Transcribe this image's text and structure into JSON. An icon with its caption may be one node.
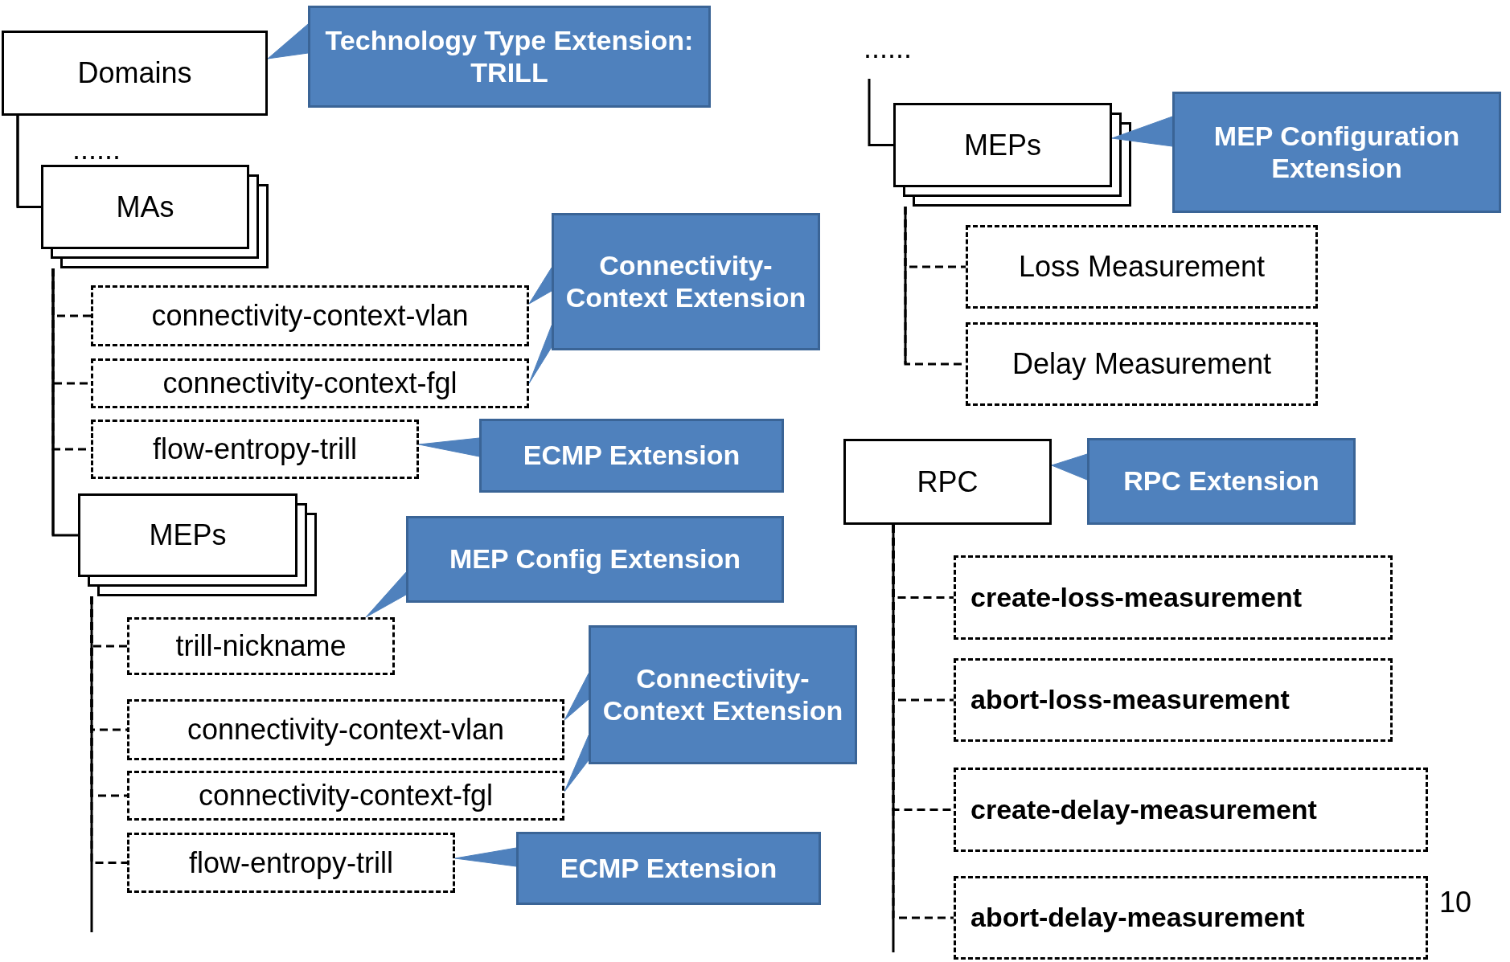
{
  "diagram": {
    "nodes": [
      {
        "text": [
          "Domains"
        ]
      },
      {
        "text": [
          "Technology Type Extension: TRILL"
        ]
      },
      {
        "text": [
          "MAs"
        ]
      },
      {
        "text": [
          "connectivity-context-vlan"
        ]
      },
      {
        "text": [
          "connectivity-context-fgl"
        ]
      },
      {
        "text": [
          "flow-entropy-trill"
        ]
      },
      {
        "text": [
          "MEPs"
        ]
      },
      {
        "text": [
          "trill-nickname"
        ]
      },
      {
        "text": [
          "connectivity-context-vlan"
        ]
      },
      {
        "text": [
          "connectivity-context-fgl"
        ]
      },
      {
        "text": [
          "flow-entropy-trill"
        ]
      },
      {
        "text": [
          "Connectivity-Context Extension"
        ]
      },
      {
        "text": [
          "ECMP Extension"
        ]
      },
      {
        "text": [
          "MEP Config Extension"
        ]
      },
      {
        "text": [
          "Connectivity-Context Extension"
        ]
      },
      {
        "text": [
          "ECMP Extension"
        ]
      },
      {
        "text": [
          "MEPs"
        ]
      },
      {
        "text": [
          "MEP Configuration Extension"
        ]
      },
      {
        "text": [
          "Loss Measurement"
        ]
      },
      {
        "text": [
          "Delay Measurement"
        ]
      },
      {
        "text": [
          "RPC"
        ]
      },
      {
        "text": [
          "RPC Extension"
        ]
      },
      {
        "text": [
          "create-loss-measurement"
        ]
      },
      {
        "text": [
          "abort-loss-measurement"
        ]
      },
      {
        "text": [
          "create-delay-measurement"
        ]
      },
      {
        "text": [
          "abort-delay-measurement"
        ]
      }
    ],
    "edges": [
      {
        "from": 0,
        "to": 2,
        "arrow": "none"
      },
      {
        "from": 2,
        "to": 3,
        "arrow": "none",
        "style": "dashed"
      },
      {
        "from": 2,
        "to": 4,
        "arrow": "none",
        "style": "dashed"
      },
      {
        "from": 2,
        "to": 5,
        "arrow": "none",
        "style": "dashed"
      },
      {
        "from": 2,
        "to": 6,
        "arrow": "none"
      },
      {
        "from": 6,
        "to": 7,
        "arrow": "none",
        "style": "dashed"
      },
      {
        "from": 6,
        "to": 8,
        "arrow": "none",
        "style": "dashed"
      },
      {
        "from": 6,
        "to": 9,
        "arrow": "none",
        "style": "dashed"
      },
      {
        "from": 6,
        "to": 10,
        "arrow": "none",
        "style": "dashed"
      },
      {
        "from": null,
        "to": 16,
        "arrow": "none"
      },
      {
        "from": 16,
        "to": 18,
        "arrow": "none",
        "style": "dashed"
      },
      {
        "from": 16,
        "to": 19,
        "arrow": "none",
        "style": "dashed"
      },
      {
        "from": 20,
        "to": 22,
        "arrow": "none",
        "style": "dashed"
      },
      {
        "from": 20,
        "to": 23,
        "arrow": "none",
        "style": "dashed"
      },
      {
        "from": 20,
        "to": 24,
        "arrow": "none",
        "style": "dashed"
      },
      {
        "from": 20,
        "to": 25,
        "arrow": "none",
        "style": "dashed"
      },
      {
        "from": 1,
        "to": 0,
        "arrow": "to",
        "color": "#4f81bd"
      },
      {
        "from": 11,
        "to": 3,
        "arrow": "to",
        "color": "#4f81bd"
      },
      {
        "from": 11,
        "to": 4,
        "arrow": "to",
        "color": "#4f81bd"
      },
      {
        "from": 12,
        "to": 5,
        "arrow": "to",
        "color": "#4f81bd"
      },
      {
        "from": 13,
        "to": 7,
        "arrow": "to",
        "color": "#4f81bd"
      },
      {
        "from": 14,
        "to": 8,
        "arrow": "to",
        "color": "#4f81bd"
      },
      {
        "from": 14,
        "to": 9,
        "arrow": "to",
        "color": "#4f81bd"
      },
      {
        "from": 15,
        "to": 10,
        "arrow": "to",
        "color": "#4f81bd"
      },
      {
        "from": 17,
        "to": 16,
        "arrow": "to",
        "color": "#4f81bd"
      },
      {
        "from": 21,
        "to": 20,
        "arrow": "to",
        "color": "#4f81bd"
      }
    ],
    "labels": [
      "......",
      "......",
      "10"
    ]
  }
}
